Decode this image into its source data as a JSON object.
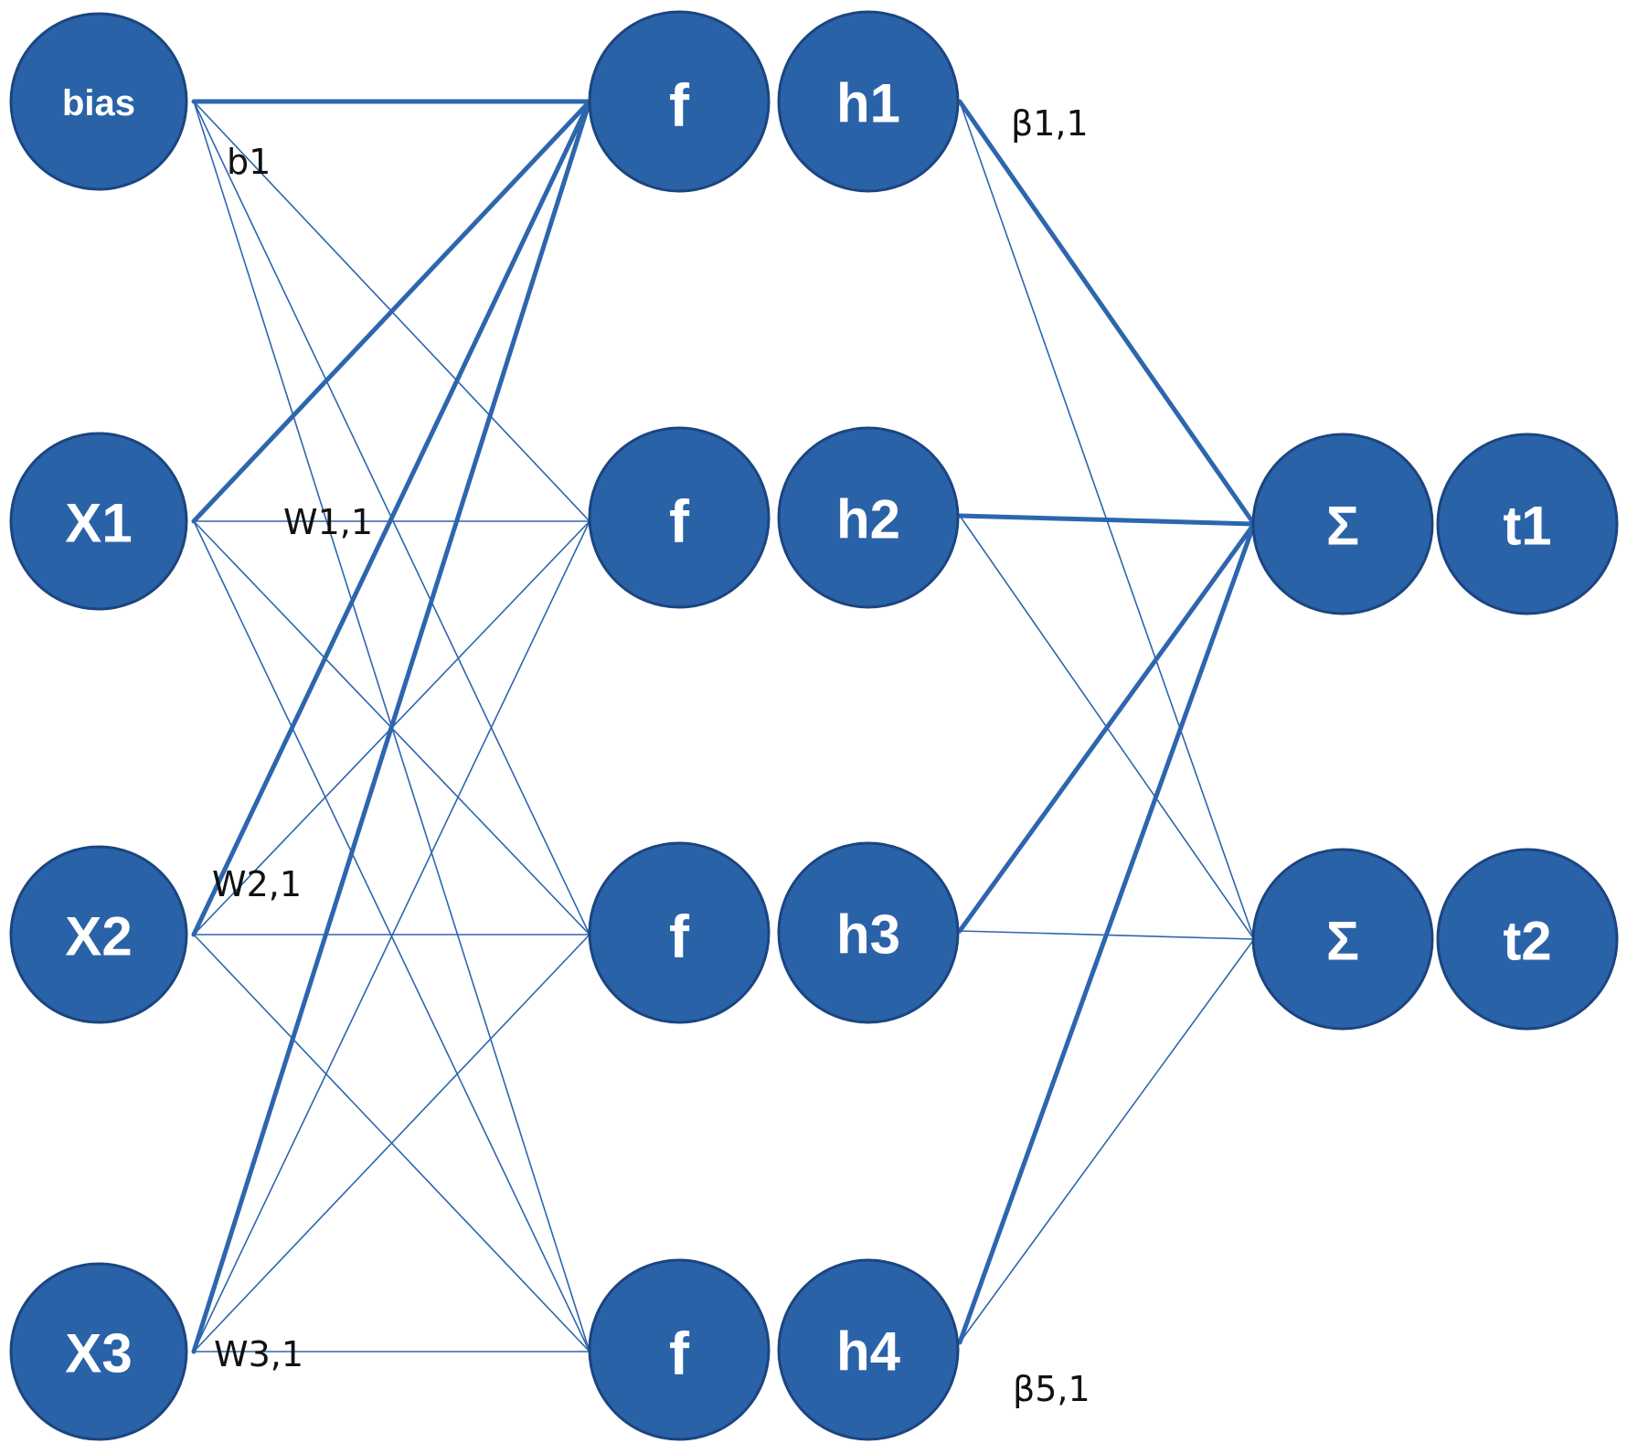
{
  "nodes": {
    "bias": "bias",
    "x1": "X1",
    "x2": "X2",
    "x3": "X3",
    "f1": "f",
    "f2": "f",
    "f3": "f",
    "f4": "f",
    "h1": "h1",
    "h2": "h2",
    "h3": "h3",
    "h4": "h4",
    "sum1": "Σ",
    "sum2": "Σ",
    "t1": "t1",
    "t2": "t2"
  },
  "labels": {
    "b1": "b1",
    "w11": "W1,1",
    "w21": "W2,1",
    "w31": "W3,1",
    "beta11": "β1,1",
    "beta51": "β5,1"
  },
  "colors": {
    "node_fill": "#2a62a8",
    "edge": "#2d66ae"
  }
}
